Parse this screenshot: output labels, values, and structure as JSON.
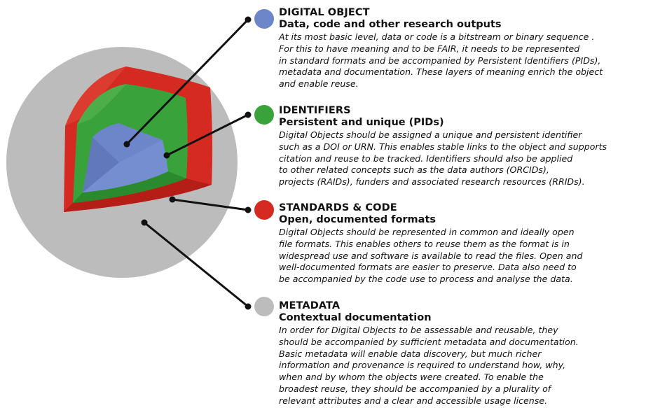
{
  "colors": {
    "digital_object": "#6d86c9",
    "identifiers": "#39a23a",
    "standards": "#d42a22",
    "metadata": "#bcbcbc",
    "connector": "#111111"
  },
  "sections": [
    {
      "title": "DIGITAL OBJECT",
      "subtitle": "Data, code and other research outputs",
      "lines": [
        "At its most basic level, data or code is a bitstream or binary sequence .",
        "For this to have meaning and to be FAIR, it needs to be represented",
        "in standard formats and be accompanied by Persistent Identifiers (PIDs),",
        "metadata and documentation. These layers of meaning enrich the object",
        "and enable reuse."
      ]
    },
    {
      "title": "IDENTIFIERS",
      "subtitle": "Persistent and unique (PIDs)",
      "lines": [
        "Digital Objects should be assigned a unique and persistent identifier",
        "such as a DOI or URN. This enables stable links to the object and supports",
        "citation and reuse to be tracked. Identifiers should also be applied",
        "to other related concepts such as the data authors (ORCIDs),",
        "projects (RAIDs), funders and associated research resources (RRIDs)."
      ]
    },
    {
      "title": "STANDARDS & CODE",
      "subtitle": "Open, documented formats",
      "lines": [
        "Digital Objects should be represented in common and ideally open",
        "file formats. This enables others to reuse them as the format is in",
        "widespread use and software is available to read the files. Open and",
        "well-documented formats are easier to preserve. Data also need to",
        "be accompanied by the code use to process and analyse the data."
      ]
    },
    {
      "title": "METADATA",
      "subtitle": "Contextual documentation",
      "lines": [
        "In order for Digital Objects to be assessable and reusable, they",
        "should be accompanied by sufficient metadata and documentation.",
        "Basic metadata will enable data discovery, but much richer",
        "information and provenance is required to understand how, why,",
        "when and by whom the objects were created. To enable the",
        "broadest reuse, they should be accompanied by a plurality of",
        "relevant attributes and a clear and accessible usage license."
      ]
    }
  ]
}
